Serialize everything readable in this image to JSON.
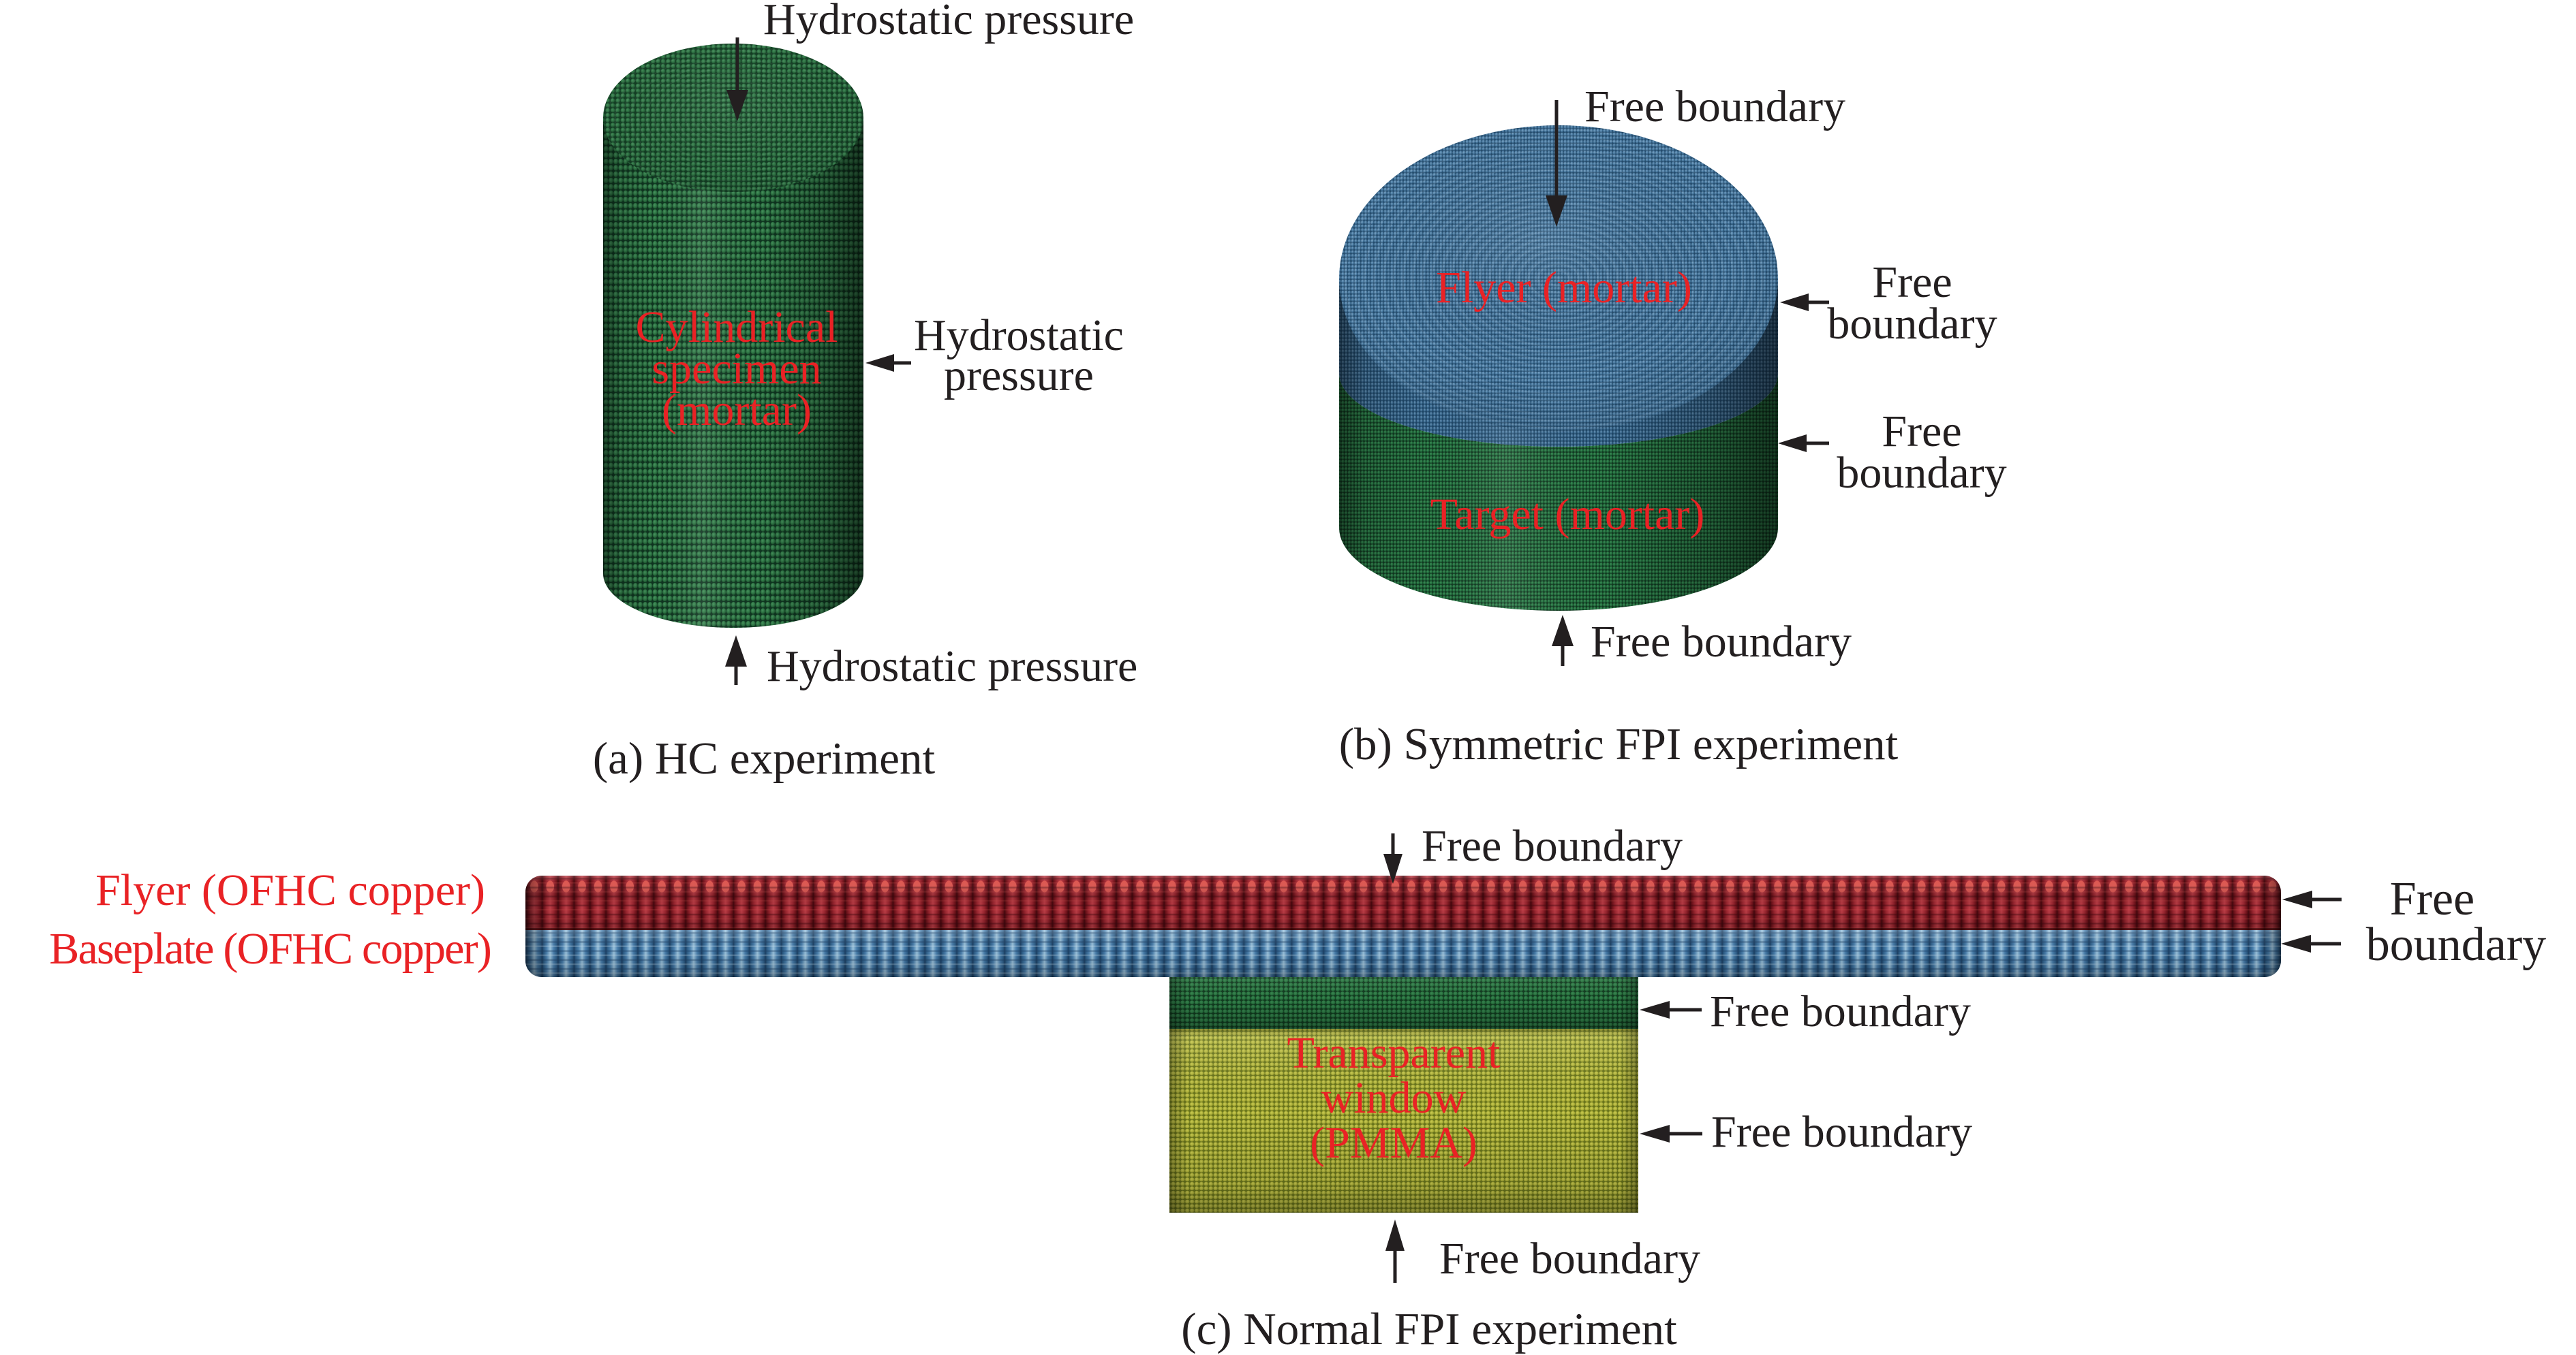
{
  "colors": {
    "background": "#ffffff",
    "black_text": "#231f20",
    "red_text": "#e92225",
    "mortar_green": "#256b3c",
    "flyer_blue": "#4d82ad",
    "copper_red": "#9b232c",
    "copper_blue": "#4b84b2",
    "pmma_yellow": "#b3b53b"
  },
  "panel_a": {
    "caption": "(a) HC experiment",
    "top_label": "Hydrostatic pressure",
    "side_label": {
      "line1": "Hydrostatic",
      "line2": "pressure"
    },
    "bottom_label": "Hydrostatic pressure",
    "specimen_label": {
      "line1": "Cylindrical",
      "line2": "specimen",
      "line3": "(mortar)"
    }
  },
  "panel_b": {
    "caption": "(b) Symmetric FPI experiment",
    "top_label": "Free boundary",
    "right_label_upper": {
      "line1": "Free",
      "line2": "boundary"
    },
    "right_label_lower": {
      "line1": "Free",
      "line2": "boundary"
    },
    "bottom_label": "Free boundary",
    "flyer_label": "Flyer (mortar)",
    "target_label": "Target (mortar)"
  },
  "panel_c": {
    "caption": "(c) Normal FPI experiment",
    "top_label": "Free boundary",
    "flyer_label": "Flyer (OFHC copper)",
    "baseplate_label": "Baseplate (OFHC copper)",
    "right_label": {
      "line1": "Free",
      "line2": "boundary"
    },
    "specimen_side_label": "Free boundary",
    "window_side_label": "Free boundary",
    "bottom_label": "Free boundary",
    "window_label": {
      "line1": "Transparent",
      "line2": "window",
      "line3": "(PMMA)"
    }
  }
}
